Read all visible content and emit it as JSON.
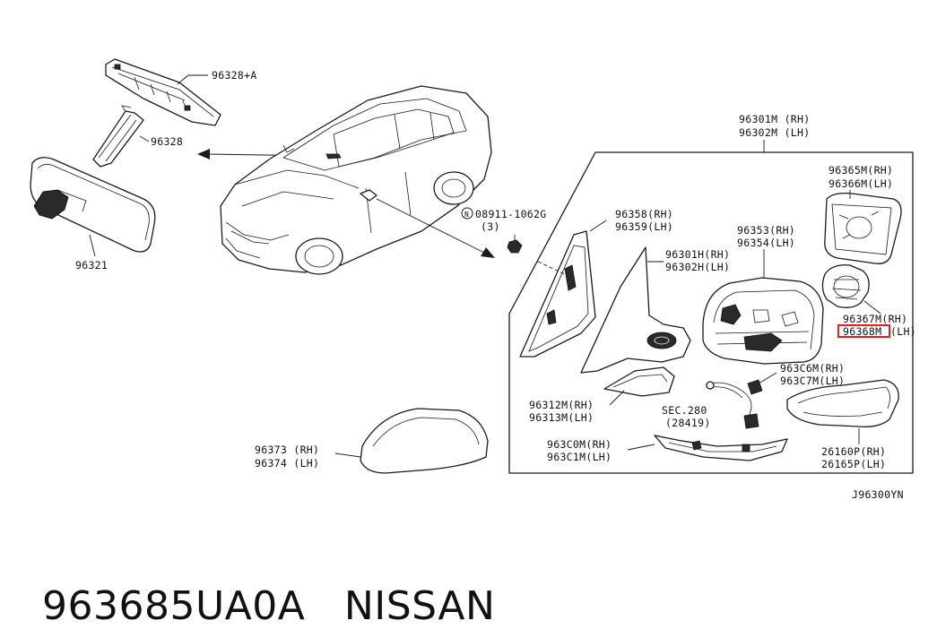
{
  "parts": {
    "p96328a": "96328+A",
    "p96328": "96328",
    "p96321": "96321",
    "nut_line1": "08911-1062G",
    "nut_line2": "(3)",
    "nut_symbol": "N",
    "p96301m": "96301M (RH)",
    "p96302m": "96302M (LH)",
    "p96365m": "96365M(RH)",
    "p96366m": "96366M(LH)",
    "p96358": "96358(RH)",
    "p96359": "96359(LH)",
    "p96353": "96353(RH)",
    "p96354": "96354(LH)",
    "p96301h": "96301H(RH)",
    "p96302h": "96302H(LH)",
    "p96367m": "96367M(RH)",
    "p96368m_code": "96368M",
    "p96368m_side": "(LH)",
    "p963c6m": "963C6M(RH)",
    "p963c7m": "963C7M(LH)",
    "p96312m": "96312M(RH)",
    "p96313m": "96313M(LH)",
    "sec280": "SEC.280",
    "sec280_ref": "(28419)",
    "p96373": "96373 (RH)",
    "p96374": "96374 (LH)",
    "p963c0m": "963C0M(RH)",
    "p963c1m": "963C1M(LH)",
    "p26160p": "26160P(RH)",
    "p26165p": "26165P(LH)",
    "diagram_code": "J96300YN"
  },
  "caption": {
    "part_number": "963685UA0A",
    "brand": "NISSAN"
  },
  "colors": {
    "highlight": "#e02020",
    "ink": "#1a1a1a"
  }
}
